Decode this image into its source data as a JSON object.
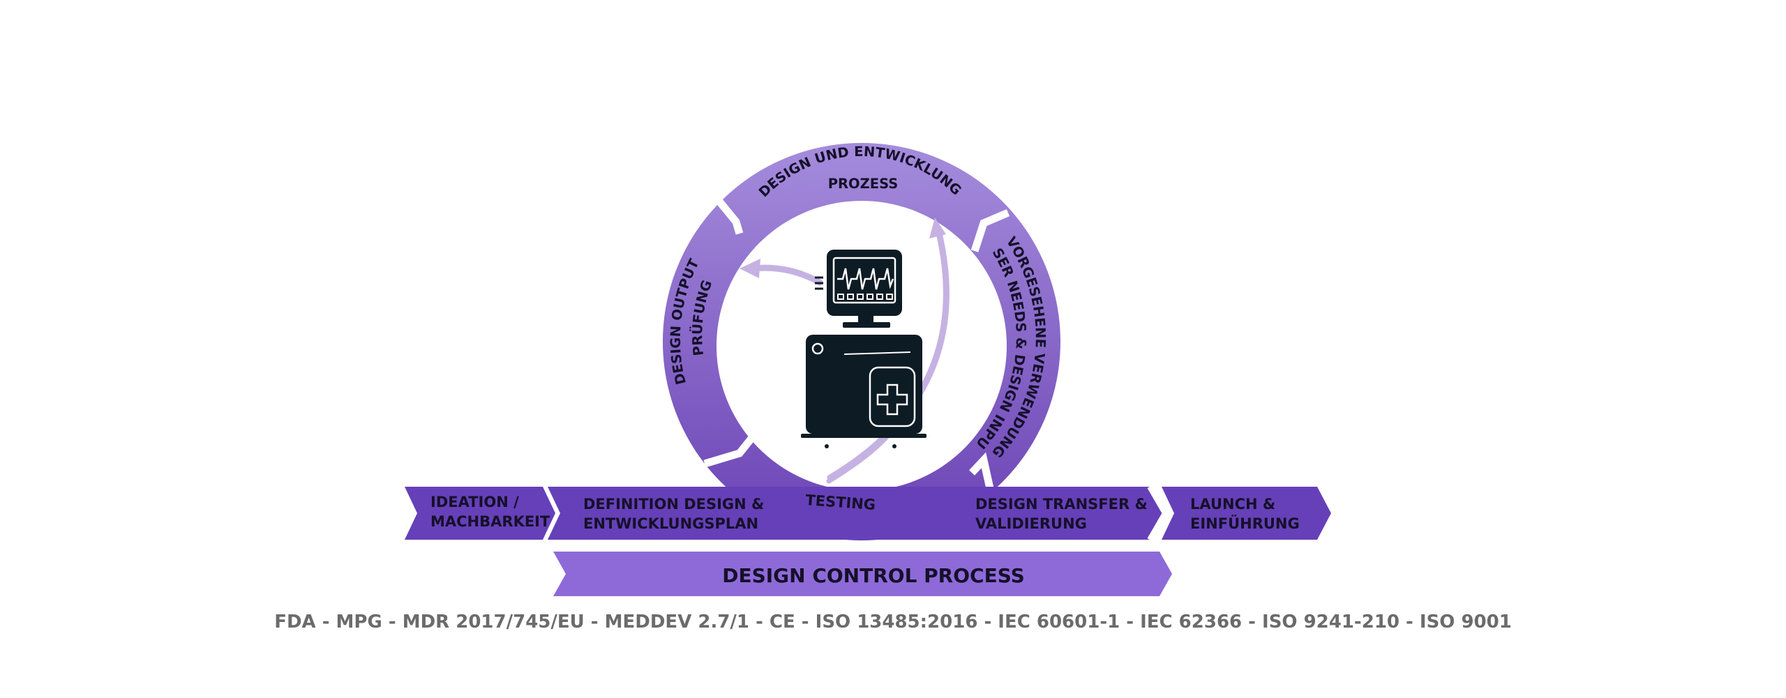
{
  "cycle": {
    "top": {
      "line1": "DESIGN UND ENTWICKLUNG",
      "line2": "PROZESS"
    },
    "right": {
      "line1": "VORGESEHENE VERWENDUNG,",
      "line2": "USER NEEDS & DESIGN INPUT"
    },
    "left": {
      "line1": "DESIGN OUTPUT",
      "line2": "PRÜFUNG"
    },
    "bottom": {
      "label": "TESTING"
    }
  },
  "stages": [
    {
      "line1": "IDEATION /",
      "line2": "MACHBARKEIT"
    },
    {
      "line1": "DEFINITION DESIGN &",
      "line2": "ENTWICKLUNGSPLAN"
    },
    {
      "line1": "DESIGN TRANSFER &",
      "line2": "VALIDIERUNG"
    },
    {
      "line1": "LAUNCH &",
      "line2": "EINFÜHRUNG"
    }
  ],
  "process_bar": {
    "label": "DESIGN CONTROL PROCESS"
  },
  "standards": {
    "text": "FDA - MPG - MDR 2017/745/EU - MEDDEV 2.7/1 - CE - ISO 13485:2016 - IEC 60601-1 - IEC 62366 - ISO 9241-210 - ISO 9001"
  },
  "colors": {
    "ring_light": "#a58cdc",
    "ring_dark": "#6a42b4",
    "stage": "#6640b8",
    "process_bar": "#8e6ad8",
    "arrow_light": "#c5b2e2",
    "device": "#0d1b24",
    "standards_text": "#6b6b6b"
  }
}
